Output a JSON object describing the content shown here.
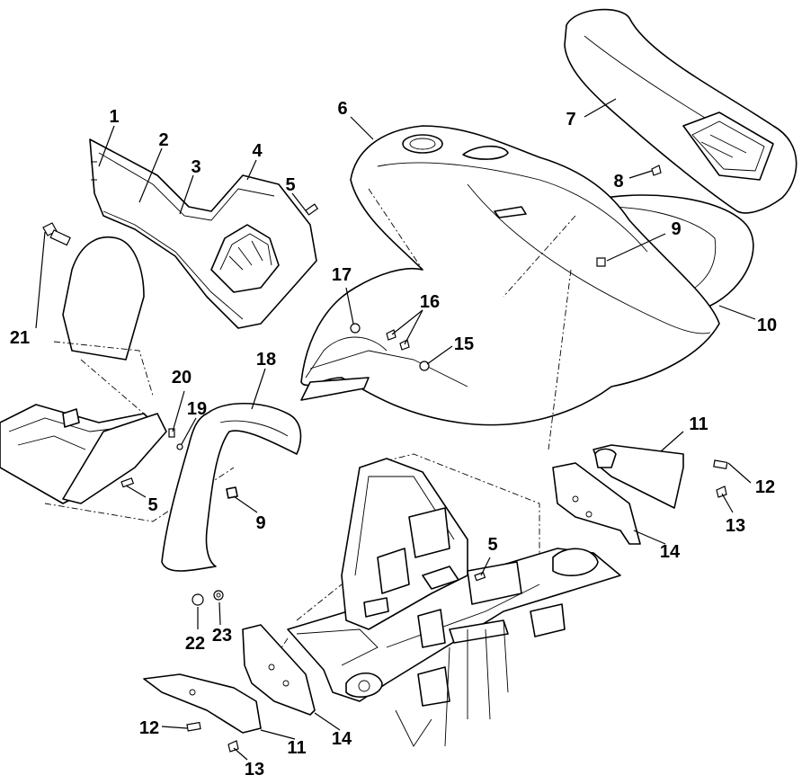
{
  "diagram": {
    "callouts": [
      {
        "id": "c1",
        "label": "1"
      },
      {
        "id": "c2",
        "label": "2"
      },
      {
        "id": "c3",
        "label": "3"
      },
      {
        "id": "c4",
        "label": "4"
      },
      {
        "id": "c5a",
        "label": "5"
      },
      {
        "id": "c6",
        "label": "6"
      },
      {
        "id": "c7",
        "label": "7"
      },
      {
        "id": "c8",
        "label": "8"
      },
      {
        "id": "c9a",
        "label": "9"
      },
      {
        "id": "c10",
        "label": "10"
      },
      {
        "id": "c11a",
        "label": "11"
      },
      {
        "id": "c12a",
        "label": "12"
      },
      {
        "id": "c13a",
        "label": "13"
      },
      {
        "id": "c14a",
        "label": "14"
      },
      {
        "id": "c15",
        "label": "15"
      },
      {
        "id": "c16",
        "label": "16"
      },
      {
        "id": "c17",
        "label": "17"
      },
      {
        "id": "c18",
        "label": "18"
      },
      {
        "id": "c19",
        "label": "19"
      },
      {
        "id": "c20",
        "label": "20"
      },
      {
        "id": "c21",
        "label": "21"
      },
      {
        "id": "c5b",
        "label": "5"
      },
      {
        "id": "c9b",
        "label": "9"
      },
      {
        "id": "c5c",
        "label": "5"
      },
      {
        "id": "c22",
        "label": "22"
      },
      {
        "id": "c23",
        "label": "23"
      },
      {
        "id": "c12b",
        "label": "12"
      },
      {
        "id": "c11b",
        "label": "11"
      },
      {
        "id": "c14b",
        "label": "14"
      },
      {
        "id": "c13b",
        "label": "13"
      }
    ]
  }
}
